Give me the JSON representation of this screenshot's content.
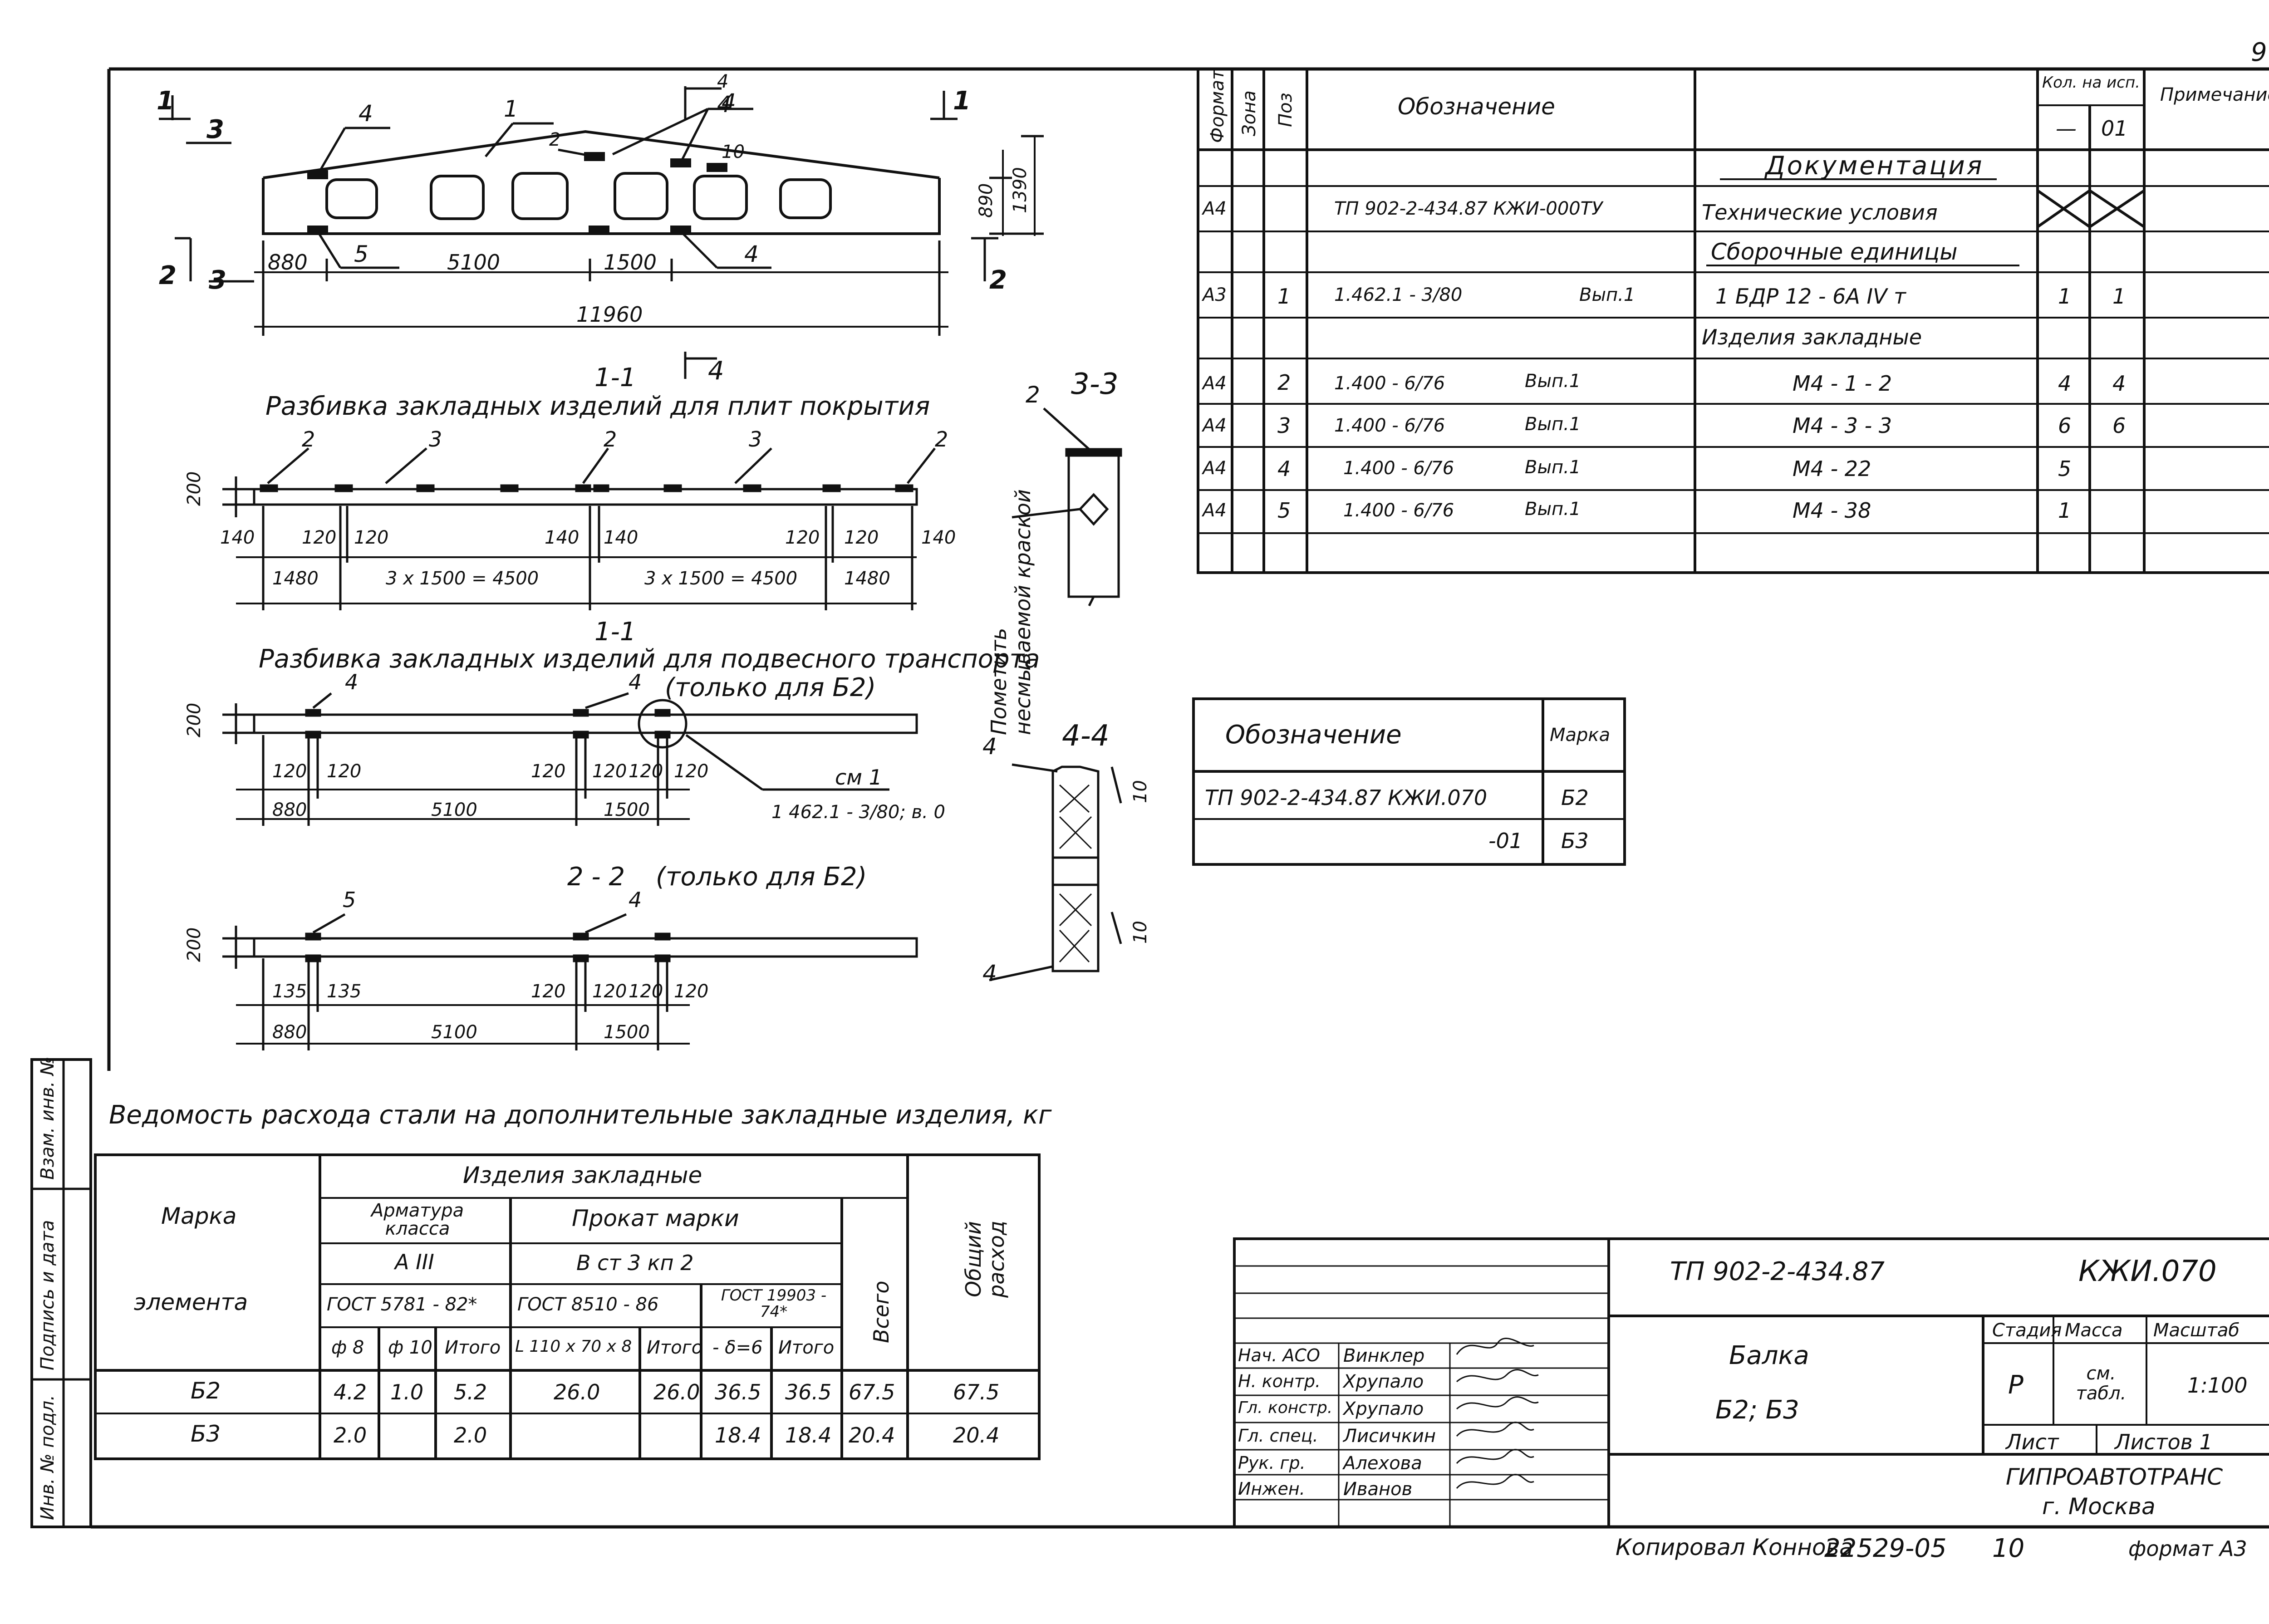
{
  "page_number": "9",
  "beam_drawing": {
    "section_1_top_left": "1",
    "section_1_top_right": "1",
    "section_3_left": "3",
    "section_3_left_bottom": "3",
    "section_2_left": "2",
    "section_2_right": "2",
    "section_4_top": "4",
    "section_4_top_label2": "4",
    "section_4_mid": "4",
    "callout_4a": "4",
    "callout_1": "1",
    "callout_2": "2",
    "callout_10": "10",
    "callout_4b": "4",
    "callout_5": "5",
    "callout_4c": "4",
    "dim_880": "880",
    "dim_5100": "5100",
    "dim_1500": "1500",
    "dim_11960": "11960",
    "dim_890": "890",
    "dim_1390": "1390"
  },
  "view_1_1_a": {
    "label": "1-1",
    "title": "Разбивка закладных изделий для плит покрытия",
    "pos": [
      "2",
      "3",
      "2",
      "3",
      "2"
    ],
    "dim_200": "200",
    "dims_small": [
      "140",
      "120",
      "120",
      "140",
      "140",
      "120",
      "120",
      "140"
    ],
    "dims_large": [
      "1480",
      "3 x 1500 = 4500",
      "3 x 1500 = 4500",
      "1480"
    ]
  },
  "view_1_1_b": {
    "label": "1-1",
    "title": "Разбивка закладных изделий для подвесного транспорта",
    "subtitle": "(только для Б2)",
    "pos": [
      "4",
      "4"
    ],
    "dim_200": "200",
    "dims_small": [
      "120",
      "120",
      "120",
      "120",
      "120",
      "120"
    ],
    "dims_large": [
      "880",
      "5100",
      "1500"
    ],
    "ref_label": "см 1",
    "ref_text": "1 462.1 - 3/80; в. 0"
  },
  "view_2_2": {
    "label": "2 - 2",
    "subtitle": "(только для Б2)",
    "pos": [
      "5",
      "4"
    ],
    "dim_200": "200",
    "dims_small": [
      "135",
      "135",
      "120",
      "120",
      "120",
      "120"
    ],
    "dims_large": [
      "880",
      "5100",
      "1500"
    ]
  },
  "view_3_3": {
    "label": "3-3",
    "pos": "2",
    "note": "Пометить несмываемой краской"
  },
  "view_4_4": {
    "label": "4-4",
    "pos_top": "4",
    "pos_bottom": "4",
    "dim_top": "10",
    "dim_bottom": "10"
  },
  "spec_table": {
    "headers": {
      "format": "Формат",
      "zone": "Зона",
      "pos": "Поз",
      "designation": "Обозначение",
      "qty": "Кол. на исп.",
      "qty_sub": [
        "—",
        "01"
      ],
      "note": "Примечание"
    },
    "rows": [
      {
        "format": "",
        "pos": "",
        "designation": "",
        "name": "Документация",
        "q1": "",
        "q2": "",
        "section": true
      },
      {
        "format": "А4",
        "pos": "",
        "designation": "ТП 902-2-434.87  КЖИ-000ТУ",
        "name": "Технические условия",
        "q1": "",
        "q2": "",
        "crossed": true
      },
      {
        "format": "",
        "pos": "",
        "designation": "",
        "name": "Сборочные единицы",
        "q1": "",
        "q2": "",
        "section": true
      },
      {
        "format": "А3",
        "pos": "1",
        "designation": "1.462.1 - 3/80",
        "issue": "Вып.1",
        "name": "1 БДР 12 - 6А IV т",
        "q1": "1",
        "q2": "1"
      },
      {
        "format": "",
        "pos": "",
        "designation": "",
        "name": "Изделия закладные",
        "q1": "",
        "q2": ""
      },
      {
        "format": "А4",
        "pos": "2",
        "designation": "1.400 - 6/76",
        "issue": "Вып.1",
        "name": "М4 - 1 - 2",
        "q1": "4",
        "q2": "4"
      },
      {
        "format": "А4",
        "pos": "3",
        "designation": "1.400 - 6/76",
        "issue": "Вып.1",
        "name": "М4 - 3 - 3",
        "q1": "6",
        "q2": "6"
      },
      {
        "format": "А4",
        "pos": "4",
        "designation": "1.400 - 6/76",
        "issue": "Вып.1",
        "name": "М4 - 22",
        "q1": "5",
        "q2": ""
      },
      {
        "format": "А4",
        "pos": "5",
        "designation": "1.400 - 6/76",
        "issue": "Вып.1",
        "name": "М4 - 38",
        "q1": "1",
        "q2": ""
      }
    ]
  },
  "mark_table": {
    "header_designation": "Обозначение",
    "header_mark": "Марка",
    "rows": [
      {
        "designation": "ТП 902-2-434.87  КЖИ.070",
        "mark": "Б2"
      },
      {
        "designation": "-01",
        "mark": "Б3"
      }
    ]
  },
  "steel_table": {
    "title": "Ведомость расхода стали на дополнительные закладные изделия, кг",
    "h_mark": "Марка",
    "h_element": "элемента",
    "h_embedded": "Изделия закладные",
    "h_rebar": "Арматура класса",
    "h_rebar_class": "А III",
    "h_rebar_gost": "ГОСТ 5781 - 82*",
    "h_rolled": "Прокат марки",
    "h_rolled_grade": "В ст 3  кп 2",
    "h_gost8510": "ГОСТ 8510 - 86",
    "h_gost19903": "ГОСТ 19903 - 74*",
    "h_total": "Всего",
    "h_overall": "Общий расход",
    "sub": [
      "ф 8",
      "ф 10",
      "Итого",
      "L 110 x 70 x 8",
      "Итого",
      "- δ=6",
      "Итого"
    ],
    "rows": [
      {
        "mark": "Б2",
        "v": [
          "4.2",
          "1.0",
          "5.2",
          "26.0",
          "26.0",
          "36.5",
          "36.5",
          "67.5",
          "67.5"
        ]
      },
      {
        "mark": "Б3",
        "v": [
          "2.0",
          "",
          "2.0",
          "",
          "",
          "18.4",
          "18.4",
          "20.4",
          "20.4"
        ]
      }
    ]
  },
  "side_stamps": [
    "Взам. инв. №",
    "Подпись и дата",
    "Инв. № подл."
  ],
  "title_block": {
    "doc_code": "ТП 902-2-434.87",
    "doc_mark": "КЖИ.070",
    "name_line1": "Балка",
    "name_line2": "Б2;  Б3",
    "stage_h": "Стадия",
    "mass_h": "Масса",
    "scale_h": "Масштаб",
    "stage": "Р",
    "mass": "см. табл.",
    "scale": "1:100",
    "sheet_h": "Лист",
    "sheets_h": "Листов 1",
    "org_line1": "ГИПРОАВТОТРАНС",
    "org_line2": "г. Москва",
    "people": [
      {
        "role": "Нач. АСО",
        "name": "Винклер"
      },
      {
        "role": "Н. контр.",
        "name": "Хрупало"
      },
      {
        "role": "Гл. констр.",
        "name": "Хрупало"
      },
      {
        "role": "Гл. спец.",
        "name": "Лисичкин"
      },
      {
        "role": "Рук. гр.",
        "name": "Алехова"
      },
      {
        "role": "Инжен.",
        "name": "Иванов"
      }
    ]
  },
  "footer": {
    "copied": "Копировал Коннова",
    "number": "22529-05",
    "page": "10",
    "format": "формат А3"
  }
}
